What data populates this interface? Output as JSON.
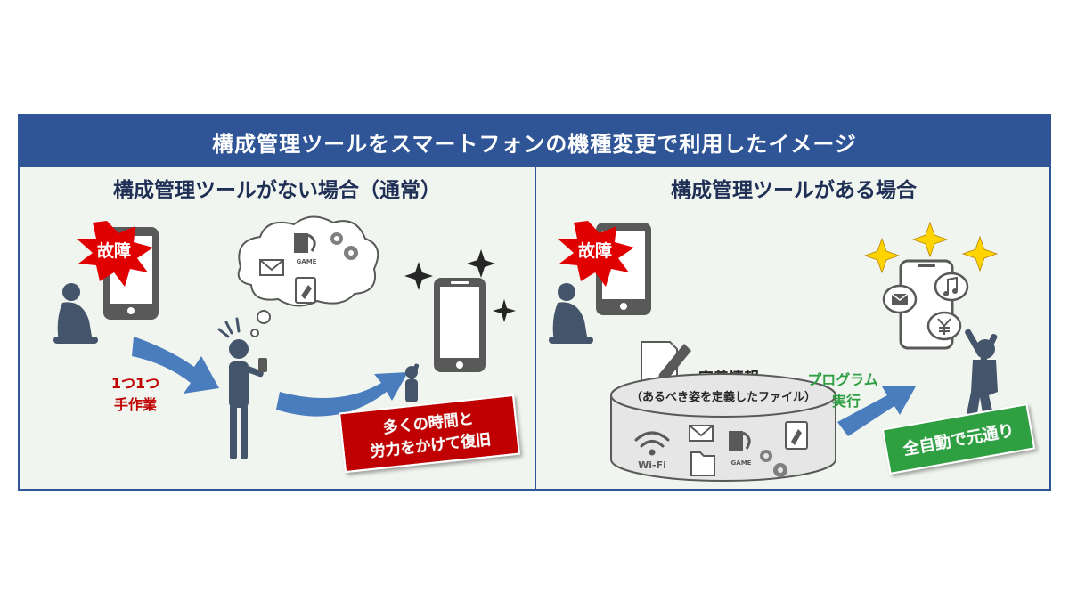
{
  "banner": {
    "title": "構成管理ツールをスマートフォンの機種変更で利用したイメージ"
  },
  "left_panel": {
    "title": "構成管理ツールがない場合（通常）",
    "fault_label": "故障",
    "manual_label_line1": "1つ1つ",
    "manual_label_line2": "手作業",
    "result_line1": "多くの時間と",
    "result_line2": "労力をかけて復旧",
    "game_label": "GAME"
  },
  "right_panel": {
    "title": "構成管理ツールがある場合",
    "fault_label": "故障",
    "definition_title": "定義情報",
    "definition_subtitle": "（あるべき姿を定義したファイル）",
    "program_line1": "プログラム",
    "program_line2": "実行",
    "result": "全自動で元通り",
    "wifi_label": "Wi-Fi",
    "game_label": "GAME"
  },
  "colors": {
    "navy": "#2f5597",
    "red": "#c00000",
    "green": "#2ea043",
    "burst": "#e00000",
    "sparkle_yellow": "#ffd400"
  }
}
